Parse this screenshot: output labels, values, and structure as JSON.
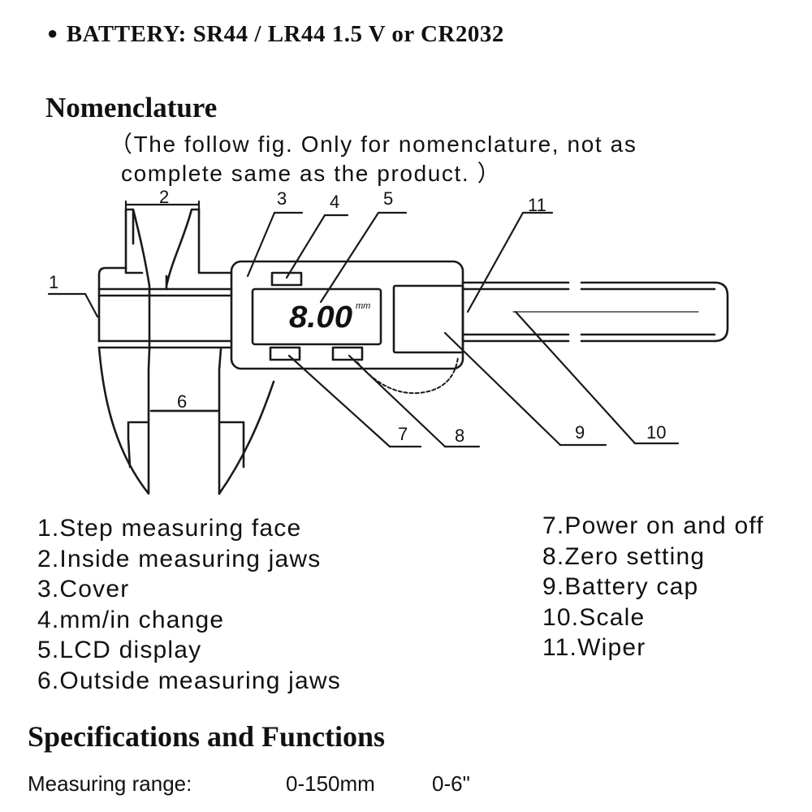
{
  "battery_line": "BATTERY:  SR44 / LR44   1.5 V  or CR2032",
  "section_title": "Nomenclature",
  "note_line1": "（The follow fig.  Only for nomenclature,  not as",
  "note_line2": "complete same as the product. ）",
  "lcd_reading": "8.00",
  "lcd_unit": "mm",
  "callouts": [
    "1",
    "2",
    "3",
    "4",
    "5",
    "6",
    "7",
    "8",
    "9",
    "10",
    "11"
  ],
  "parts_left": [
    "1.Step measuring face",
    "2.Inside measuring jaws",
    "3.Cover",
    "4.mm/in change",
    "5.LCD display",
    "6.Outside measuring jaws"
  ],
  "parts_right": [
    "7.Power on and off",
    "8.Zero setting",
    "9.Battery cap",
    "10.Scale",
    "11.Wiper"
  ],
  "spec_title": "Specifications and Functions",
  "spec_row": {
    "label": "Measuring range:",
    "metric": "0-150mm",
    "imperial": "0-6\""
  }
}
